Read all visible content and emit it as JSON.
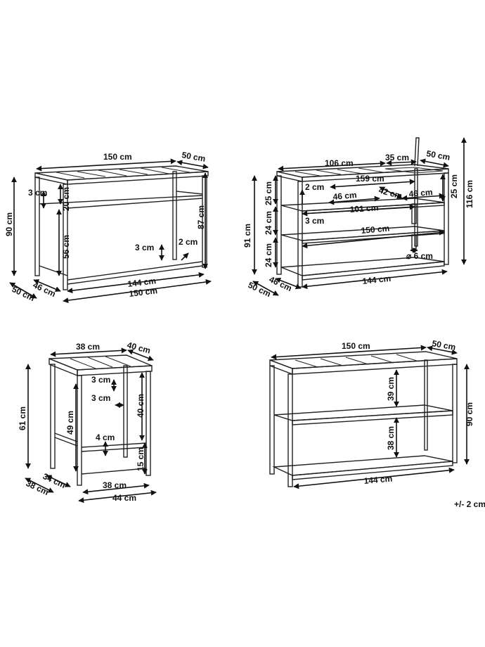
{
  "tolerance": "+/- 2 cm",
  "console": {
    "depth_top": "50 cm",
    "width_top": "150 cm",
    "height_left": "90 cm",
    "frame_left": "3 cm",
    "upper_gap": "20 cm",
    "lower_gap": "56 cm",
    "height_right": "87 cm",
    "leg_gap": "3 cm",
    "leg_width": "2 cm",
    "inner_width": "144 cm",
    "outer_width": "150 cm",
    "depth_left": "46 cm",
    "depth_outer": "50 cm"
  },
  "sink": {
    "top_width": "106 cm",
    "basin": "35 cm",
    "depth_top": "50 cm",
    "height_total": "116 cm",
    "top_height": "25 cm",
    "gap_tl": "2 cm",
    "overall_width": "159 cm",
    "basin_width": "42 cm",
    "half_width_left": "46 cm",
    "half_width_right": "46 cm",
    "height_right": "25 cm",
    "shelf_width": "101 cm",
    "height_left": "91 cm",
    "shelf_gap_1": "24 cm",
    "frame": "3 cm",
    "shelf_width_full": "150 cm",
    "shelf_gap_2": "24 cm",
    "drain": "6 cm",
    "depth_left": "46 cm",
    "depth_outer": "50 cm",
    "inner_width": "144 cm"
  },
  "stool": {
    "width_top": "38 cm",
    "depth_top": "40 cm",
    "height": "61 cm",
    "frame_a": "3 cm",
    "frame_b": "3 cm",
    "leg_height": "49 cm",
    "side_height": "40 cm",
    "bar": "4 cm",
    "foot_height": "15 cm",
    "depth_inner": "34 cm",
    "depth_outer": "38 cm",
    "width_inner": "38 cm",
    "width_outer": "44 cm"
  },
  "shelf": {
    "width_top": "150 cm",
    "depth_top": "50 cm",
    "upper_gap": "39 cm",
    "lower_gap": "38 cm",
    "height": "90 cm",
    "width_bottom": "144 cm"
  }
}
